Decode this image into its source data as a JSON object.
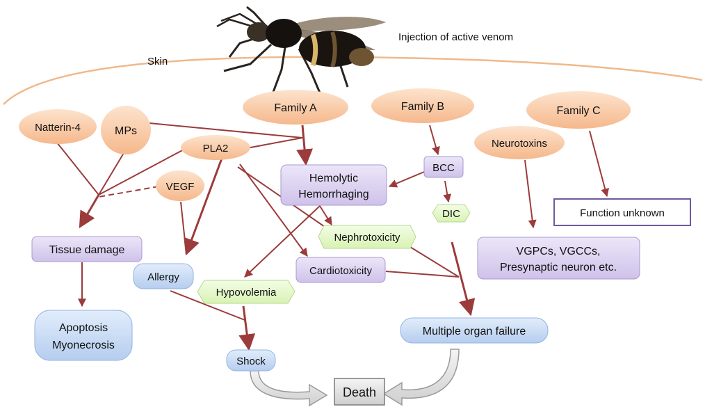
{
  "labels": {
    "skin": "Skin",
    "injection": "Injection of active venom"
  },
  "nodes": {
    "family_a": "Family A",
    "family_b": "Family B",
    "family_c": "Family C",
    "natterin": "Natterin-4",
    "mps": "MPs",
    "pla2": "PLA2",
    "vegf": "VEGF",
    "neurotoxins": "Neurotoxins",
    "hemolytic_1": "Hemolytic",
    "hemolytic_2": "Hemorrhaging",
    "bcc": "BCC",
    "dic": "DIC",
    "function_unknown": "Function unknown",
    "nephrotoxicity": "Nephrotoxicity",
    "cardiotoxicity": "Cardiotoxicity",
    "tissue_damage": "Tissue damage",
    "allergy": "Allergy",
    "hypovolemia": "Hypovolemia",
    "vgpcs_1": "VGPCs, VGCCs,",
    "vgpcs_2": "Presynaptic neuron etc.",
    "apoptosis_1": "Apoptosis",
    "apoptosis_2": "Myonecrosis",
    "shock": "Shock",
    "mof": "Multiple organ failure",
    "death": "Death"
  },
  "colors": {
    "orange": "#f8c39b",
    "purple": "#d7cdee",
    "green": "#e3f7c4",
    "blue": "#c4d9f4",
    "arrow": "#9c3b3b",
    "skin_line": "#efb98c",
    "grey": "#dcdcdc"
  }
}
